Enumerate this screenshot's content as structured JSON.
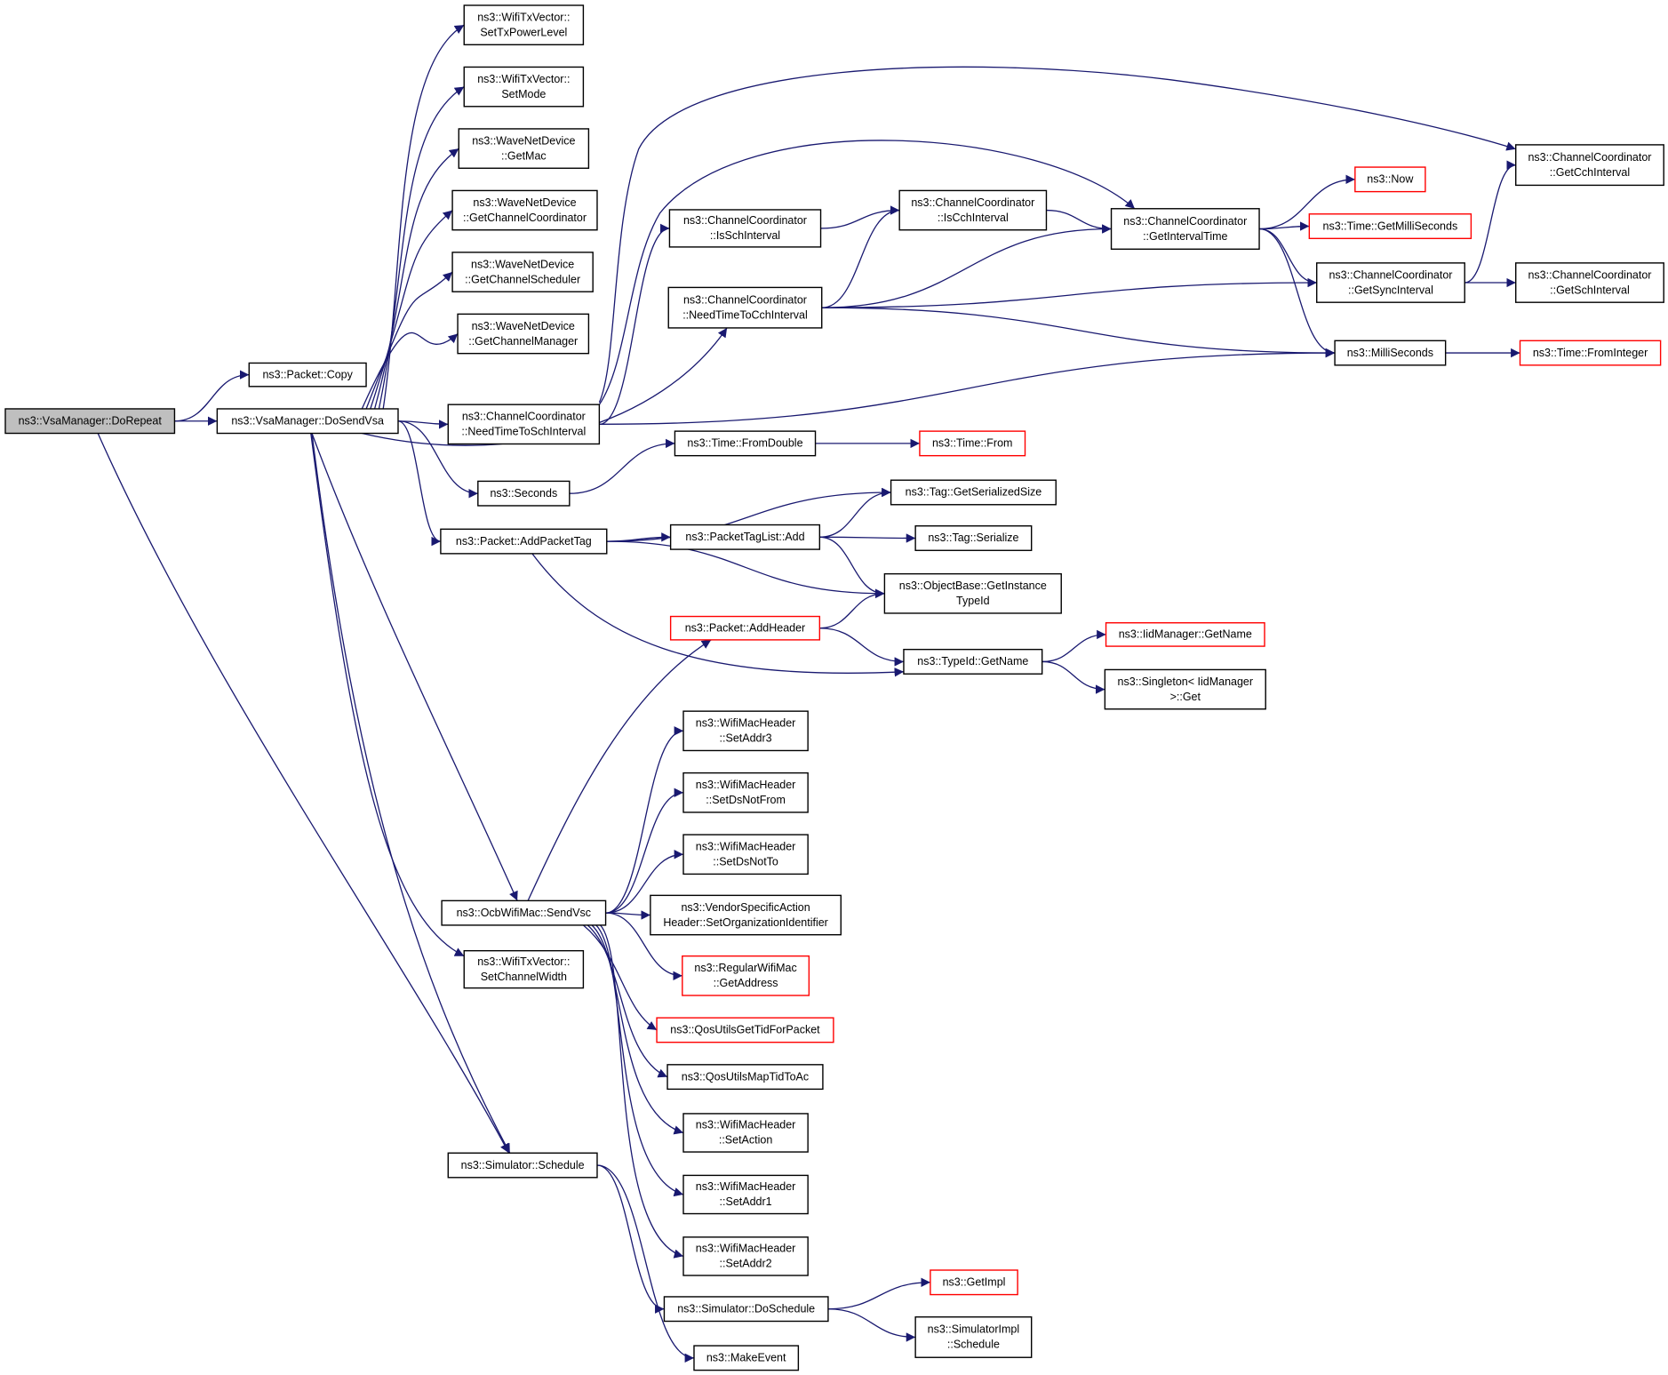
{
  "diagram": {
    "edge_color": "#191970",
    "node_border_color": "#000000",
    "incomplete_node_border_color": "#ff0000",
    "root_node_fill": "#bfbfbf",
    "nodes": [
      {
        "id": "dorepeat",
        "lines": [
          "ns3::VsaManager::DoRepeat"
        ],
        "root": true
      },
      {
        "id": "copy",
        "lines": [
          "ns3::Packet::Copy"
        ]
      },
      {
        "id": "dosendvsa",
        "lines": [
          "ns3::VsaManager::DoSendVsa"
        ]
      },
      {
        "id": "schedule",
        "lines": [
          "ns3::Simulator::Schedule"
        ]
      },
      {
        "id": "settxpower",
        "lines": [
          "ns3::WifiTxVector::",
          "SetTxPowerLevel"
        ]
      },
      {
        "id": "setmode",
        "lines": [
          "ns3::WifiTxVector::",
          "SetMode"
        ]
      },
      {
        "id": "getmac",
        "lines": [
          "ns3::WaveNetDevice",
          "::GetMac"
        ]
      },
      {
        "id": "getchcoord",
        "lines": [
          "ns3::WaveNetDevice",
          "::GetChannelCoordinator"
        ]
      },
      {
        "id": "getchsched",
        "lines": [
          "ns3::WaveNetDevice",
          "::GetChannelScheduler"
        ]
      },
      {
        "id": "getchmgr",
        "lines": [
          "ns3::WaveNetDevice",
          "::GetChannelManager"
        ]
      },
      {
        "id": "needsch",
        "lines": [
          "ns3::ChannelCoordinator",
          "::NeedTimeToSchInterval"
        ]
      },
      {
        "id": "seconds",
        "lines": [
          "ns3::Seconds"
        ]
      },
      {
        "id": "addpackettag",
        "lines": [
          "ns3::Packet::AddPacketTag"
        ]
      },
      {
        "id": "sendvsc",
        "lines": [
          "ns3::OcbWifiMac::SendVsc"
        ]
      },
      {
        "id": "setchwidth",
        "lines": [
          "ns3::WifiTxVector::",
          "SetChannelWidth"
        ]
      },
      {
        "id": "isschi",
        "lines": [
          "ns3::ChannelCoordinator",
          "::IsSchInterval"
        ]
      },
      {
        "id": "needcch",
        "lines": [
          "ns3::ChannelCoordinator",
          "::NeedTimeToCchInterval"
        ]
      },
      {
        "id": "iscchi",
        "lines": [
          "ns3::ChannelCoordinator",
          "::IsCchInterval"
        ]
      },
      {
        "id": "getinterval",
        "lines": [
          "ns3::ChannelCoordinator",
          "::GetIntervalTime"
        ]
      },
      {
        "id": "now",
        "lines": [
          "ns3::Now"
        ],
        "red": true
      },
      {
        "id": "getmilli",
        "lines": [
          "ns3::Time::GetMilliSeconds"
        ],
        "red": true
      },
      {
        "id": "getsync",
        "lines": [
          "ns3::ChannelCoordinator",
          "::GetSyncInterval"
        ]
      },
      {
        "id": "getcch",
        "lines": [
          "ns3::ChannelCoordinator",
          "::GetCchInterval"
        ]
      },
      {
        "id": "getsch",
        "lines": [
          "ns3::ChannelCoordinator",
          "::GetSchInterval"
        ]
      },
      {
        "id": "millis",
        "lines": [
          "ns3::MilliSeconds"
        ]
      },
      {
        "id": "frominteger",
        "lines": [
          "ns3::Time::FromInteger"
        ],
        "red": true
      },
      {
        "id": "fromdouble",
        "lines": [
          "ns3::Time::FromDouble"
        ]
      },
      {
        "id": "from",
        "lines": [
          "ns3::Time::From"
        ],
        "red": true
      },
      {
        "id": "getserialsize",
        "lines": [
          "ns3::Tag::GetSerializedSize"
        ]
      },
      {
        "id": "ptladd",
        "lines": [
          "ns3::PacketTagList::Add"
        ]
      },
      {
        "id": "tagserialize",
        "lines": [
          "ns3::Tag::Serialize"
        ]
      },
      {
        "id": "getinsttype",
        "lines": [
          "ns3::ObjectBase::GetInstance",
          "TypeId"
        ]
      },
      {
        "id": "addheader",
        "lines": [
          "ns3::Packet::AddHeader"
        ],
        "red": true
      },
      {
        "id": "getname",
        "lines": [
          "ns3::TypeId::GetName"
        ]
      },
      {
        "id": "iidgetname",
        "lines": [
          "ns3::IidManager::GetName"
        ],
        "red": true
      },
      {
        "id": "singleton",
        "lines": [
          "ns3::Singleton< IidManager",
          ">::Get"
        ]
      },
      {
        "id": "setaddr3",
        "lines": [
          "ns3::WifiMacHeader",
          "::SetAddr3"
        ]
      },
      {
        "id": "setdsnotfrom",
        "lines": [
          "ns3::WifiMacHeader",
          "::SetDsNotFrom"
        ]
      },
      {
        "id": "setdsnotto",
        "lines": [
          "ns3::WifiMacHeader",
          "::SetDsNotTo"
        ]
      },
      {
        "id": "vendorspec",
        "lines": [
          "ns3::VendorSpecificAction",
          "Header::SetOrganizationIdentifier"
        ]
      },
      {
        "id": "getaddress",
        "lines": [
          "ns3::RegularWifiMac",
          "::GetAddress"
        ],
        "red": true
      },
      {
        "id": "qostid",
        "lines": [
          "ns3::QosUtilsGetTidForPacket"
        ],
        "red": true
      },
      {
        "id": "qosmap",
        "lines": [
          "ns3::QosUtilsMapTidToAc"
        ]
      },
      {
        "id": "setaction",
        "lines": [
          "ns3::WifiMacHeader",
          "::SetAction"
        ]
      },
      {
        "id": "setaddr1",
        "lines": [
          "ns3::WifiMacHeader",
          "::SetAddr1"
        ]
      },
      {
        "id": "setaddr2",
        "lines": [
          "ns3::WifiMacHeader",
          "::SetAddr2"
        ]
      },
      {
        "id": "doschedule",
        "lines": [
          "ns3::Simulator::DoSchedule"
        ]
      },
      {
        "id": "makeevent",
        "lines": [
          "ns3::MakeEvent"
        ]
      },
      {
        "id": "getimpl",
        "lines": [
          "ns3::GetImpl"
        ],
        "red": true
      },
      {
        "id": "simimplsched",
        "lines": [
          "ns3::SimulatorImpl",
          "::Schedule"
        ]
      }
    ],
    "edges": [
      [
        "dorepeat",
        "copy"
      ],
      [
        "dorepeat",
        "dosendvsa"
      ],
      [
        "dorepeat",
        "schedule"
      ],
      [
        "dosendvsa",
        "settxpower"
      ],
      [
        "dosendvsa",
        "setmode"
      ],
      [
        "dosendvsa",
        "getmac"
      ],
      [
        "dosendvsa",
        "getchcoord"
      ],
      [
        "dosendvsa",
        "getchsched"
      ],
      [
        "dosendvsa",
        "getchmgr"
      ],
      [
        "dosendvsa",
        "needsch"
      ],
      [
        "dosendvsa",
        "needcch"
      ],
      [
        "dosendvsa",
        "seconds"
      ],
      [
        "dosendvsa",
        "addpackettag"
      ],
      [
        "dosendvsa",
        "sendvsc"
      ],
      [
        "dosendvsa",
        "setchwidth"
      ],
      [
        "dosendvsa",
        "schedule"
      ],
      [
        "needsch",
        "isschi"
      ],
      [
        "needsch",
        "getinterval"
      ],
      [
        "needsch",
        "getcch"
      ],
      [
        "needsch",
        "millis"
      ],
      [
        "isschi",
        "iscchi"
      ],
      [
        "iscchi",
        "getinterval"
      ],
      [
        "needcch",
        "iscchi"
      ],
      [
        "needcch",
        "getinterval"
      ],
      [
        "needcch",
        "getsync"
      ],
      [
        "needcch",
        "millis"
      ],
      [
        "getinterval",
        "now"
      ],
      [
        "getinterval",
        "getmilli"
      ],
      [
        "getinterval",
        "getsync"
      ],
      [
        "getinterval",
        "millis"
      ],
      [
        "getsync",
        "getcch"
      ],
      [
        "getsync",
        "getsch"
      ],
      [
        "millis",
        "frominteger"
      ],
      [
        "seconds",
        "fromdouble"
      ],
      [
        "fromdouble",
        "from"
      ],
      [
        "addpackettag",
        "getserialsize"
      ],
      [
        "addpackettag",
        "ptladd"
      ],
      [
        "addpackettag",
        "getinsttype"
      ],
      [
        "addpackettag",
        "getname"
      ],
      [
        "ptladd",
        "getserialsize"
      ],
      [
        "ptladd",
        "tagserialize"
      ],
      [
        "ptladd",
        "getinsttype"
      ],
      [
        "addheader",
        "getinsttype"
      ],
      [
        "addheader",
        "getname"
      ],
      [
        "getname",
        "iidgetname"
      ],
      [
        "getname",
        "singleton"
      ],
      [
        "sendvsc",
        "addheader"
      ],
      [
        "sendvsc",
        "setaddr3"
      ],
      [
        "sendvsc",
        "setdsnotfrom"
      ],
      [
        "sendvsc",
        "setdsnotto"
      ],
      [
        "sendvsc",
        "vendorspec"
      ],
      [
        "sendvsc",
        "getaddress"
      ],
      [
        "sendvsc",
        "qostid"
      ],
      [
        "sendvsc",
        "qosmap"
      ],
      [
        "sendvsc",
        "setaction"
      ],
      [
        "sendvsc",
        "setaddr1"
      ],
      [
        "sendvsc",
        "setaddr2"
      ],
      [
        "schedule",
        "doschedule"
      ],
      [
        "schedule",
        "makeevent"
      ],
      [
        "doschedule",
        "getimpl"
      ],
      [
        "doschedule",
        "simimplsched"
      ]
    ]
  }
}
